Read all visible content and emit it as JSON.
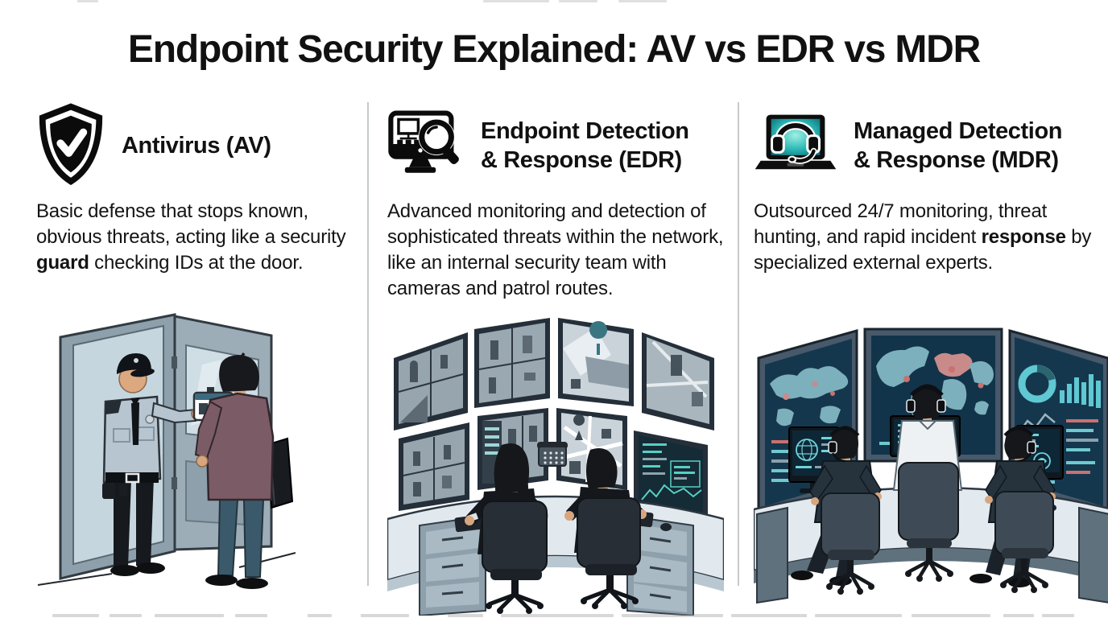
{
  "page": {
    "title": "Endpoint Security Explained: AV vs EDR vs MDR",
    "background": "#ffffff",
    "text_color": "#121212",
    "divider_color": "#c7cacc"
  },
  "columns": [
    {
      "id": "av",
      "icon": "shield-check-icon",
      "title_lines": [
        "Antivirus (AV)"
      ],
      "desc": {
        "pre": "Basic defense that stops known, obvious threats, acting like a security ",
        "bold": "guard",
        "post": " checking IDs at the door."
      },
      "illustration": "Security guard checking a visitor's ID badge at an open door"
    },
    {
      "id": "edr",
      "icon": "monitor-magnifier-icon",
      "title_lines": [
        "Endpoint Detection",
        "& Response (EDR)"
      ],
      "desc": {
        "pre": "Advanced monitoring and detection of sophisticated threats within the network, like an internal security team with cameras and patrol routes.",
        "bold": "",
        "post": ""
      },
      "illustration": "Two analysts at a curved desk watching a wall of CCTV and map monitors"
    },
    {
      "id": "mdr",
      "icon": "laptop-headset-icon",
      "title_lines": [
        "Managed Detection",
        "& Response (MDR)"
      ],
      "desc": {
        "pre": "Outsourced 24/7 monitoring, threat hunting, and rapid incident ",
        "bold": "response",
        "post": " by specialized external experts."
      },
      "illustration": "Three headset-wearing analysts monitoring global threat maps and dashboards"
    }
  ],
  "colors": {
    "accent_teal": "#3ed3c6",
    "screen_navy": "#16374e",
    "map_teal": "#7fb3bf",
    "alert_red": "#c97070",
    "desk_light": "#e2e9ee",
    "outline_dark": "#2d3741"
  }
}
